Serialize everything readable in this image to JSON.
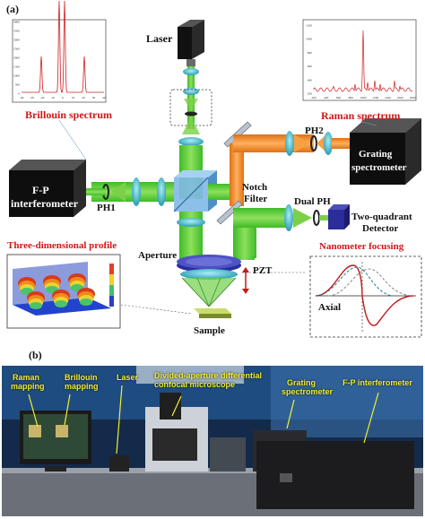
{
  "panel_a": {
    "label": "(a)"
  },
  "panel_b": {
    "label": "(b)"
  },
  "components": {
    "laser": "Laser",
    "fp_line1": "F-P",
    "fp_line2": "interferometer",
    "ph1": "PH1",
    "ph2": "PH2",
    "notch_line1": "Notch",
    "notch_line2": "Filter",
    "dual_ph": "Dual PH",
    "grating_line1": "Grating",
    "grating_line2": "spectrometer",
    "detector_line1": "Two-quadrant",
    "detector_line2": "Detector",
    "aperture": "Aperture",
    "pzt": "PZT",
    "sample": "Sample"
  },
  "titles": {
    "brillouin": "Brillouin spectrum",
    "raman": "Raman spectrum",
    "three_d": "Three-dimensional profile",
    "nano": "Nanometer focusing",
    "axial": "Axial"
  },
  "brillouin_axis": {
    "y_ticks": [
      "4000",
      "3500",
      "3000",
      "2500",
      "2000",
      "1500",
      "1000",
      "500",
      "0"
    ],
    "x_ticks": [
      "-40",
      "-30",
      "-20",
      "-10",
      "0",
      "10",
      "20",
      "30",
      "40"
    ]
  },
  "raman_axis": {
    "y_ticks": [
      "1200",
      "1000",
      "800",
      "600",
      "400",
      "200"
    ],
    "x_ticks": [
      "200",
      "400",
      "600",
      "800",
      "1000",
      "1200",
      "1400",
      "1600",
      "1800"
    ]
  },
  "photo_labels": {
    "raman_1": "Raman",
    "raman_2": "mapping",
    "brillouin_1": "Brillouin",
    "brillouin_2": "mapping",
    "laser": "Laser",
    "divided_1": "Divided-aperture differential",
    "divided_2": "confocal microscope",
    "grating_1": "Grating",
    "grating_2": "spectrometer",
    "fp": "F-P interferometer"
  },
  "colors": {
    "red_text": "#d01818",
    "green_beam": "#5cd02a",
    "orange_beam": "#f08a1c",
    "lens_blue": "#45b8c8",
    "label_yellow": "#f3ef31"
  }
}
